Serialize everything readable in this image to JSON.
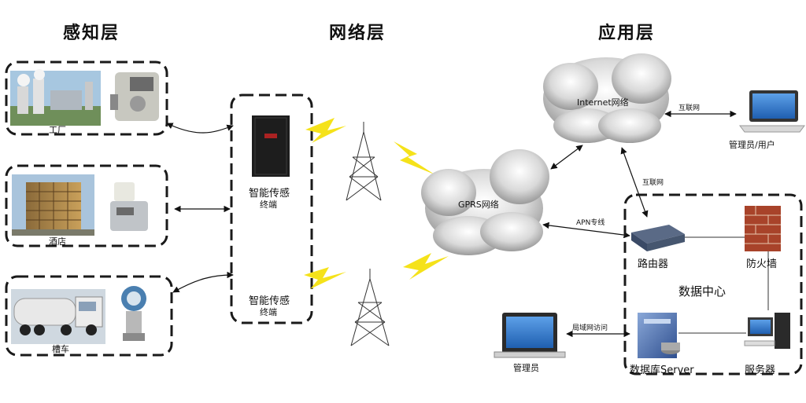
{
  "layers": {
    "perception": "感知层",
    "network": "网络层",
    "application": "应用层"
  },
  "perception": {
    "factory": "工厂",
    "hotel": "酒店",
    "tanker": "槽车"
  },
  "network": {
    "terminal_top_line1": "智能传感",
    "terminal_top_line2": "终端",
    "terminal_bottom_line1": "智能传感",
    "terminal_bottom_line2": "终端",
    "gprs_cloud": "GPRS网络"
  },
  "application": {
    "internet_cloud": "Internet网络",
    "internet_link_top": "互联网",
    "internet_link_right": "互联网",
    "admin_user": "管理员/用户",
    "apn_link": "APN专线",
    "router": "路由器",
    "firewall": "防火墙",
    "data_center": "数据中心",
    "db_server": "数据库Server",
    "server": "服务器",
    "lan_link": "局域网访问",
    "admin": "管理员"
  },
  "colors": {
    "lightning": "#f5e21a",
    "cloud": "#d8d8d8",
    "dashed_border": "#1a1a1a"
  }
}
